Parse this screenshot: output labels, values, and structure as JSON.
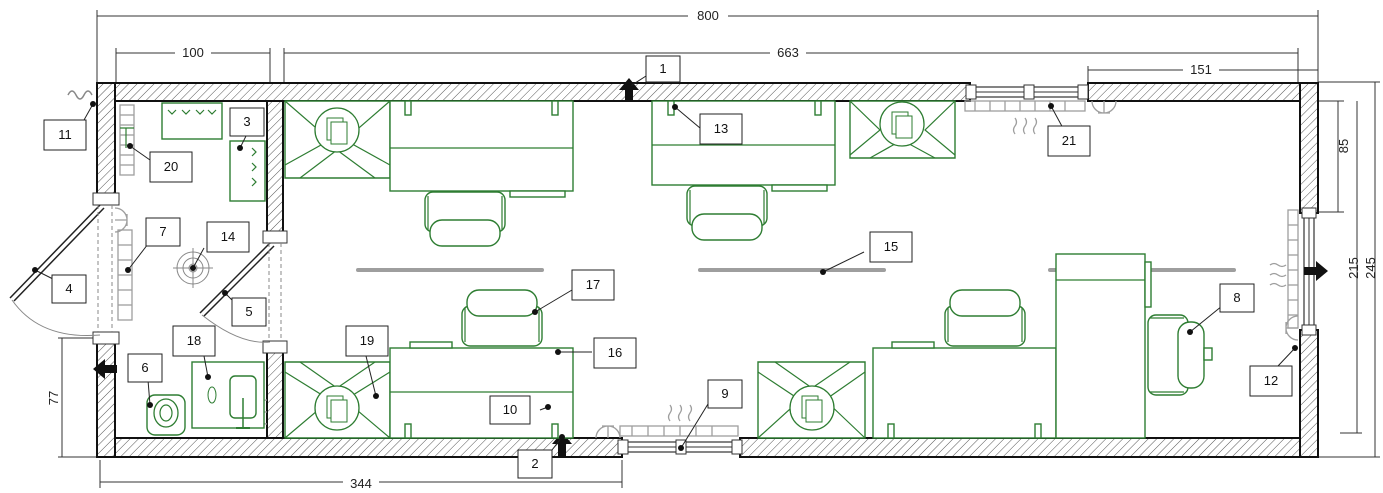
{
  "dimensions": {
    "overall_width": "800",
    "inner_width": "663",
    "vestibule_width": "100",
    "window_width": "151",
    "height_85": "85",
    "height_215": "215",
    "height_245": "245",
    "door_offset_77": "77",
    "door_offset_344": "344"
  },
  "callouts": [
    "1",
    "2",
    "3",
    "4",
    "5",
    "6",
    "7",
    "8",
    "9",
    "10",
    "11",
    "12",
    "13",
    "14",
    "15",
    "16",
    "17",
    "18",
    "19",
    "20",
    "21"
  ],
  "colors": {
    "furniture": "#2e7d32",
    "walls": "#111111",
    "fixtures": "#9e9e9e"
  }
}
